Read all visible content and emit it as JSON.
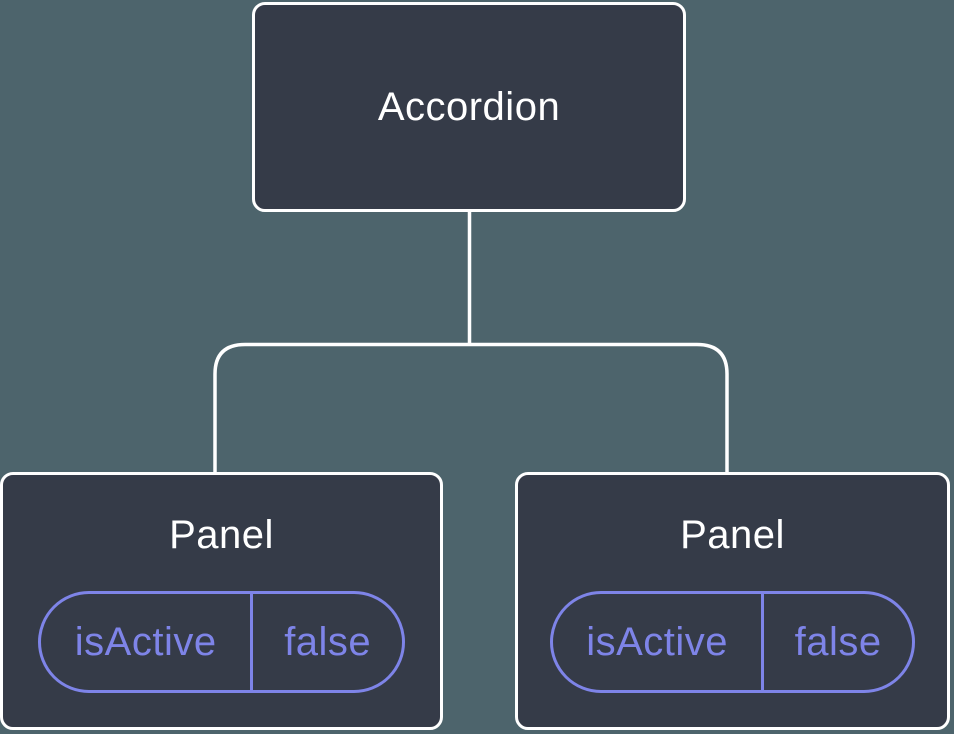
{
  "diagram": {
    "root": {
      "label": "Accordion"
    },
    "panels": [
      {
        "title": "Panel",
        "state_key": "isActive",
        "state_value": "false"
      },
      {
        "title": "Panel",
        "state_key": "isActive",
        "state_value": "false"
      }
    ],
    "colors": {
      "background": "#4d646c",
      "node_fill": "#353b48",
      "node_border": "#ffffff",
      "node_text": "#ffffff",
      "connector": "#ffffff",
      "state_accent": "#7e84e8"
    }
  }
}
